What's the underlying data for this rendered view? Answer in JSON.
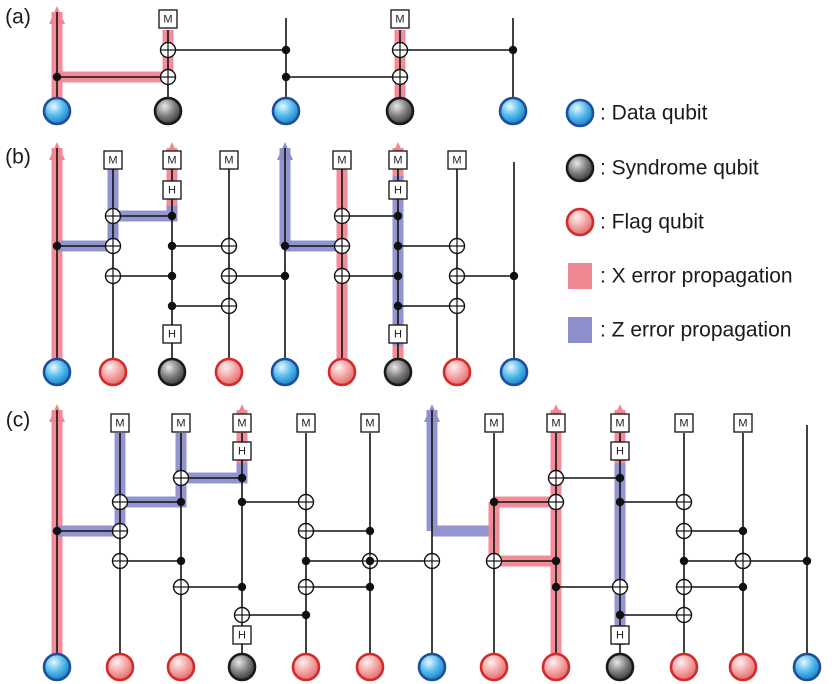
{
  "colors": {
    "data_qubit_fill": "#4fb8ea",
    "data_qubit_stroke": "#1f4f9c",
    "syndrome_qubit_fill": "#8a8a8a",
    "syndrome_qubit_stroke": "#1a1a1a",
    "flag_qubit_fill": "#f3a6a6",
    "flag_qubit_stroke": "#d42a2a",
    "x_error": "#f08692",
    "z_error": "#8c8fcc",
    "line": "#111111"
  },
  "legend": [
    {
      "kind": "data",
      "label": ": Data qubit"
    },
    {
      "kind": "syndrome",
      "label": ": Syndrome qubit"
    },
    {
      "kind": "flag",
      "label": ": Flag qubit"
    },
    {
      "kind": "x-error",
      "label": ": X error propagation"
    },
    {
      "kind": "z-error",
      "label": ": Z error propagation"
    }
  ],
  "gate_labels": {
    "measure": "M",
    "hadamard": "H"
  },
  "panels": [
    {
      "label": "(a)",
      "qubits": [
        "data",
        "syndrome",
        "data",
        "syndrome",
        "data"
      ]
    },
    {
      "label": "(b)",
      "qubits": [
        "data",
        "flag",
        "syndrome",
        "flag",
        "data",
        "flag",
        "syndrome",
        "flag",
        "data"
      ]
    },
    {
      "label": "(c)",
      "qubits": [
        "data",
        "flag",
        "flag",
        "syndrome",
        "flag",
        "flag",
        "data",
        "flag",
        "flag",
        "syndrome",
        "flag",
        "flag",
        "data"
      ]
    }
  ]
}
